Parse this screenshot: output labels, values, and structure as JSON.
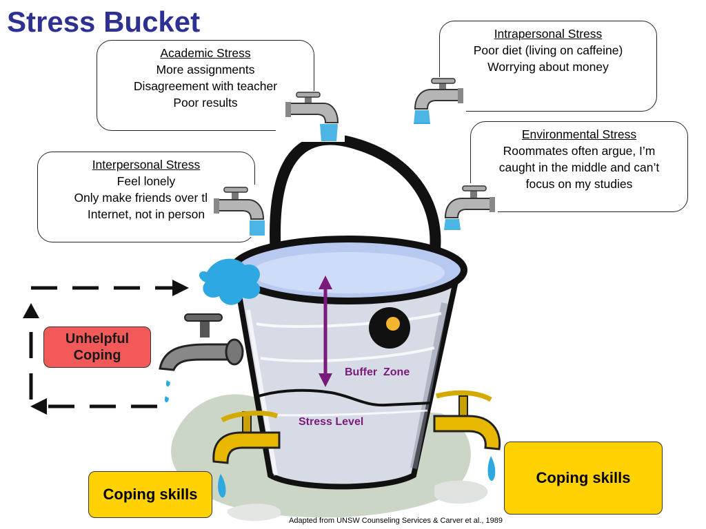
{
  "title": "Stress Bucket",
  "callouts": {
    "academic": {
      "heading": "Academic Stress",
      "lines": [
        "More assignments",
        "Disagreement with teacher",
        "Poor results"
      ]
    },
    "intrapersonal": {
      "heading": "Intrapersonal Stress",
      "lines": [
        "Poor diet (living on caffeine)",
        "Worrying about money"
      ]
    },
    "interpersonal": {
      "heading": "Interpersonal Stress",
      "lines": [
        "Feel lonely",
        "Only make friends over the",
        "Internet, not in person"
      ]
    },
    "environmental": {
      "heading": "Environmental Stress",
      "lines": [
        "Roommates often argue, I’m",
        "caught in the middle and can’t",
        "focus on my studies"
      ]
    }
  },
  "boxes": {
    "unhelpful": "Unhelpful\nCoping",
    "coping_left": "Coping skills",
    "coping_right": "Coping skills"
  },
  "labels": {
    "buffer_zone": "Buffer  Zone",
    "stress_level": "Stress Level"
  },
  "footer": "Adapted from UNSW Counseling Services & Carver et al., 1989",
  "colors": {
    "title": "#2e3192",
    "unhelpful_fill": "#f25a5a",
    "coping_fill": "#ffd200",
    "arrow_purple": "#7a1a7a",
    "water": "#2ea8e0"
  }
}
